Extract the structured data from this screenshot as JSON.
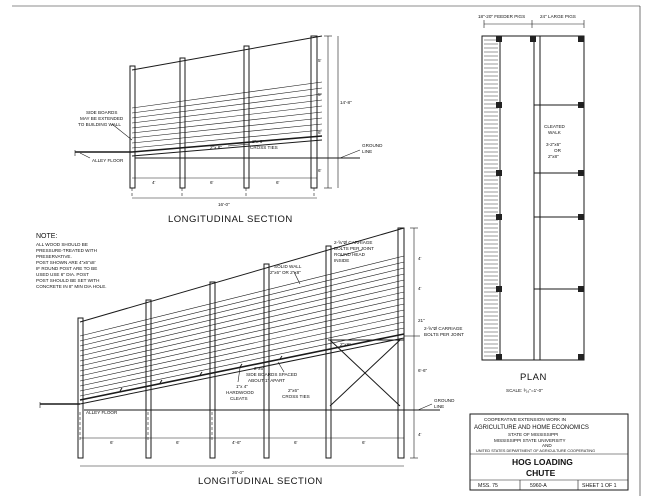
{
  "sections": {
    "upper_title": "LONGITUDINAL SECTION",
    "lower_title": "LONGITUDINAL SECTION",
    "plan_title": "PLAN",
    "scale": "SCALE: ³⁄₁₆\"=1'-0\""
  },
  "upper": {
    "side_boards_note": [
      "SIDE BOARDS",
      "MAY BE EXTENDED",
      "TO BUILDING WALL"
    ],
    "alley_floor": "ALLEY FLOOR",
    "ground_line": [
      "GROUND",
      "LINE"
    ],
    "cross_ties": [
      "2\"x 6\"",
      "CROSS TIES"
    ],
    "board_label": "2\"x 8\"",
    "height_dim": "14'-8\"",
    "total_dim": "16'-0\"",
    "spans": [
      "4'",
      "6'",
      "6'"
    ],
    "post_heights": [
      "5'",
      "5'",
      "6'",
      "6'"
    ]
  },
  "note": {
    "heading": "NOTE:",
    "lines": [
      "ALL WOOD SHOULD BE",
      "PRESSURE-TREATED WITH",
      "PRESERVATIVE.",
      "POST SHOWN ARE 4\"x6\"x8'",
      "IF ROUND POST ARE TO BE",
      "USED USE 6\" DIA. POST",
      "POST SHOULD BE SET WITH",
      "CONCRETE IN 8\" MIN DIA HOLE."
    ]
  },
  "lower": {
    "carriage_bolts_top": [
      "2-⅝\"Ø CARRIAGE",
      "BOLTS PER JOINT",
      "ROUND HEAD",
      "INSIDE"
    ],
    "solid_wall": [
      "SOLID WALL",
      "2\"x6\" OR 2\"x8\""
    ],
    "side_boards": [
      "2\"x6\"",
      "SIDE BOARDS SPACED",
      "ABOUT 1\" APART"
    ],
    "hardwood_cleats": [
      "1\"x 4\"",
      "HARDWOOD",
      "CLEATS"
    ],
    "cross_ties": [
      "2\"x6\"",
      "CROSS TIES"
    ],
    "board_2x8": "2\"x8\"",
    "carriage_bolts_right": [
      "2-⅝\"Ø CARRIAGE",
      "BOLTS PER JOINT"
    ],
    "alley_floor": "ALLEY FLOOR",
    "ground_line": [
      "GROUND",
      "LINE"
    ],
    "total_dim": "26'-0\"",
    "spans": [
      "6'",
      "6'",
      "4'-6\"",
      "6'",
      "6'"
    ],
    "right_heights": [
      "4'",
      "4'",
      "6'-6\"",
      "4'"
    ],
    "mid_height": "21\""
  },
  "plan": {
    "feeder_label": "18\"-20\" FEEDER PIGS",
    "large_label": "24\" LARGE PIGS",
    "cleated_walk": [
      "CLEATED",
      "WALK"
    ],
    "boards": [
      "3-2\"x6\"",
      "OR",
      "2\"x8\""
    ]
  },
  "title_block": {
    "line1": "COOPERATIVE EXTENSION WORK IN",
    "line2": "AGRICULTURE AND HOME ECONOMICS",
    "line3": "STATE OF MISSISSIPPI",
    "line4": "MISSISSIPPI STATE UNIVERSITY",
    "line5": "AND",
    "line6": "UNITED STATES DEPARTMENT OF AGRICULTURE COOPERATING",
    "drawing_title1": "HOG LOADING",
    "drawing_title2": "CHUTE",
    "mss": "MSS. 75",
    "number": "5960-A",
    "sheet": "SHEET 1 OF 1"
  }
}
